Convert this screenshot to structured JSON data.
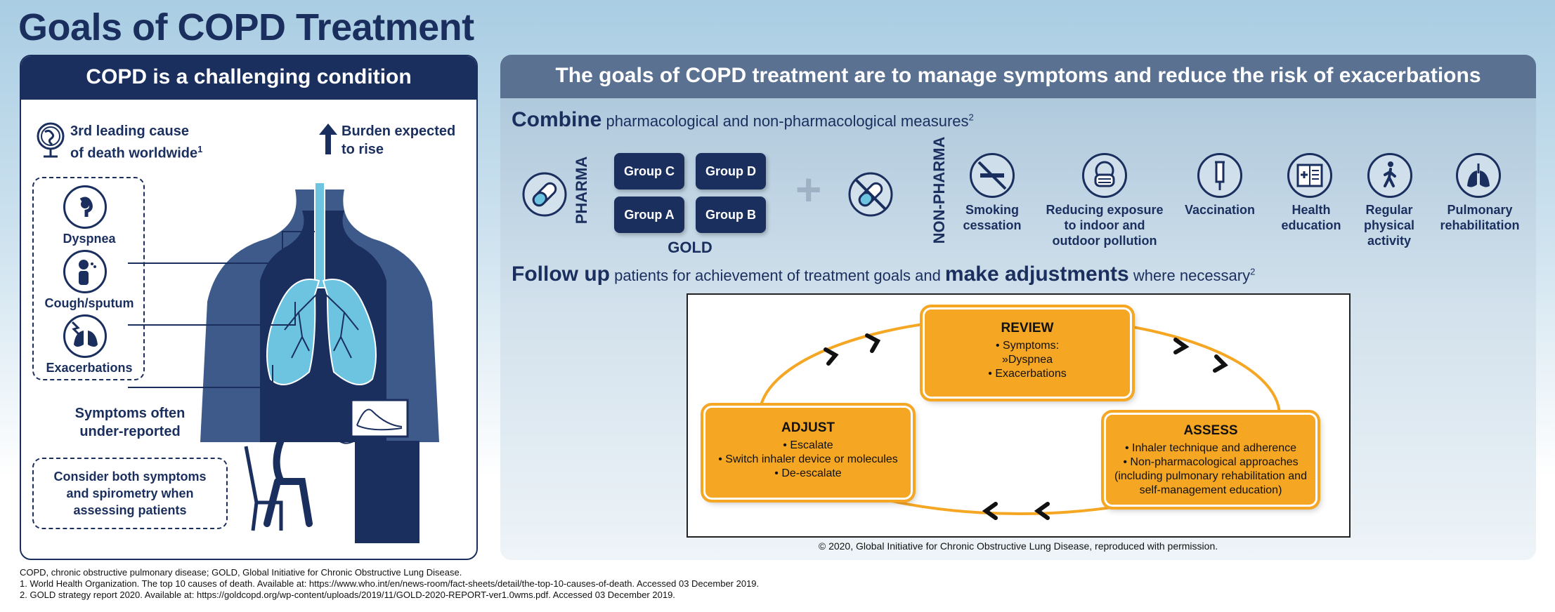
{
  "title": "Goals of COPD Treatment",
  "left": {
    "header": "COPD is a challenging condition",
    "stat1": {
      "line1": "3rd leading cause",
      "line2": "of death worldwide",
      "sup": "1",
      "icon": "globe-icon"
    },
    "stat2": {
      "line1": "Burden expected",
      "line2": "to rise",
      "icon": "arrow-up-icon"
    },
    "symptoms": [
      {
        "label": "Dyspnea",
        "icon": "dyspnea-icon"
      },
      {
        "label": "Cough/sputum",
        "icon": "cough-icon"
      },
      {
        "label": "Exacerbations",
        "icon": "lungs-lightning-icon"
      }
    ],
    "underreported": {
      "line1": "Symptoms often",
      "line2": "under-reported"
    },
    "consider": "Consider both symptoms and spirometry when assessing patients"
  },
  "right": {
    "header": "The goals of COPD treatment are to manage symptoms and reduce the risk of exacerbations",
    "combine": {
      "bold": "Combine",
      "rest": " pharmacological and non-pharmacological measures",
      "sup": "2"
    },
    "pharma_label": "PHARMA",
    "nonpharma_label": "NON-PHARMA",
    "groups": [
      "Group C",
      "Group D",
      "Group A",
      "Group B"
    ],
    "gold_label": "GOLD",
    "nonpharma": [
      {
        "line1": "Smoking",
        "line2": "cessation",
        "line3": "",
        "icon": "no-smoking-icon"
      },
      {
        "line1": "Reducing exposure",
        "line2": "to indoor and",
        "line3": "outdoor pollution",
        "icon": "mask-icon"
      },
      {
        "line1": "Vaccination",
        "line2": "",
        "line3": "",
        "icon": "syringe-icon"
      },
      {
        "line1": "Health",
        "line2": "education",
        "line3": "",
        "icon": "book-icon"
      },
      {
        "line1": "Regular",
        "line2": "physical",
        "line3": "activity",
        "icon": "walking-icon"
      },
      {
        "line1": "Pulmonary",
        "line2": "rehabilitation",
        "line3": "",
        "icon": "lungs-icon"
      }
    ],
    "followup": {
      "bold1": "Follow up",
      "mid": " patients for achievement of treatment goals and ",
      "bold2": "make adjustments",
      "end": " where necessary",
      "sup": "2"
    },
    "cycle": {
      "review": {
        "title": "REVIEW",
        "items": [
          "• Symptoms:",
          "»Dyspnea",
          "• Exacerbations"
        ]
      },
      "adjust": {
        "title": "ADJUST",
        "items": [
          "• Escalate",
          "• Switch inhaler device or molecules",
          "• De-escalate"
        ]
      },
      "assess": {
        "title": "ASSESS",
        "items": [
          "• Inhaler technique and adherence",
          "• Non-pharmacological approaches",
          "(including pulmonary rehabilitation and",
          "self-management education)"
        ]
      }
    },
    "copyright": "© 2020, Global Initiative for Chronic Obstructive Lung Disease, reproduced with permission."
  },
  "footnotes": [
    "COPD, chronic obstructive pulmonary disease; GOLD, Global Initiative for Chronic Obstructive Lung Disease.",
    "1. World Health Organization. The top 10 causes of death. Available at:  https://www.who.int/en/news-room/fact-sheets/detail/the-top-10-causes-of-death. Accessed 03 December 2019.",
    "2. GOLD strategy report 2020. Available at: https://goldcopd.org/wp-content/uploads/2019/11/GOLD-2020-REPORT-ver1.0wms.pdf. Accessed 03 December 2019."
  ],
  "colors": {
    "navy": "#1a2f5e",
    "orange": "#f5a623",
    "header_gray": "#5b7191",
    "lung_blue": "#6cc4e0"
  }
}
